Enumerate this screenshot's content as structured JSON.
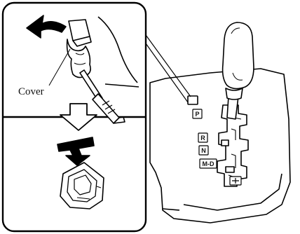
{
  "labels": {
    "cover": "Cover"
  },
  "console": {
    "positions": [
      "P",
      "R",
      "N",
      "M-D"
    ]
  },
  "icons": {
    "remove_arrow": "curved-arrow-icon",
    "down_arrow": "down-arrow-icon",
    "press_arrow": "press-arrow-icon",
    "knob": "shift-knob-icon",
    "screwdriver": "screwdriver-icon",
    "shift_lock_button": "shift-lock-button-icon"
  }
}
